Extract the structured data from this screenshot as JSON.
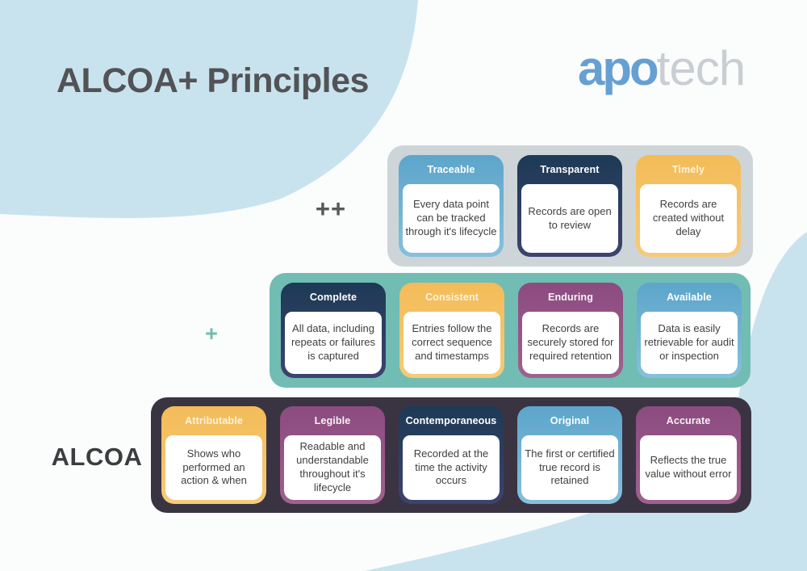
{
  "header": {
    "title": "ALCOA+ Principles"
  },
  "brand": {
    "part1": "apo",
    "part2": "tech"
  },
  "palette": {
    "background_blob": "#c9e3ee",
    "page_background": "#fbfcfc",
    "title_color": "#525356",
    "logo_blue": "#66a0d3",
    "logo_gray": "#c9ced3",
    "row_top_bg": "#cdd5d8",
    "row_mid_bg": "#71bcb3",
    "row_bottom_bg": "#3a3442",
    "card_blue": "#5da5cb",
    "card_navy": "#1d3a55",
    "card_yellow": "#f3bc58",
    "card_purple": "#8c4b7f",
    "body_text": "#3f3f42"
  },
  "rows": [
    {
      "label": "++",
      "cards": [
        {
          "title": "Traceable",
          "color": "#5da5cb",
          "text": "Every data point can be tracked through it's lifecycle"
        },
        {
          "title": "Transparent",
          "color": "#1d3a55",
          "text": "Records are open to review"
        },
        {
          "title": "Timely",
          "color": "#f3bc58",
          "text": "Records are created without delay"
        }
      ]
    },
    {
      "label": "+",
      "cards": [
        {
          "title": "Complete",
          "color": "#1d3a55",
          "text": "All data, including repeats or failures is captured"
        },
        {
          "title": "Consistent",
          "color": "#f3bc58",
          "text": "Entries follow the correct sequence and timestamps"
        },
        {
          "title": "Enduring",
          "color": "#8c4b7f",
          "text": "Records are securely stored for required retention"
        },
        {
          "title": "Available",
          "color": "#5da5cb",
          "text": "Data is easily retrievable for audit or inspection"
        }
      ]
    },
    {
      "label": "ALCOA",
      "cards": [
        {
          "title": "Attributable",
          "color": "#f3bc58",
          "text": "Shows who performed an action & when"
        },
        {
          "title": "Legible",
          "color": "#8c4b7f",
          "text": "Readable and understandable throughout it's lifecycle"
        },
        {
          "title": "Contemporaneous",
          "color": "#1d3a55",
          "text": "Recorded at the time the activity occurs"
        },
        {
          "title": "Original",
          "color": "#5da5cb",
          "text": "The first or certified true record is retained"
        },
        {
          "title": "Accurate",
          "color": "#8c4b7f",
          "text": "Reflects the true value without error"
        }
      ]
    }
  ]
}
